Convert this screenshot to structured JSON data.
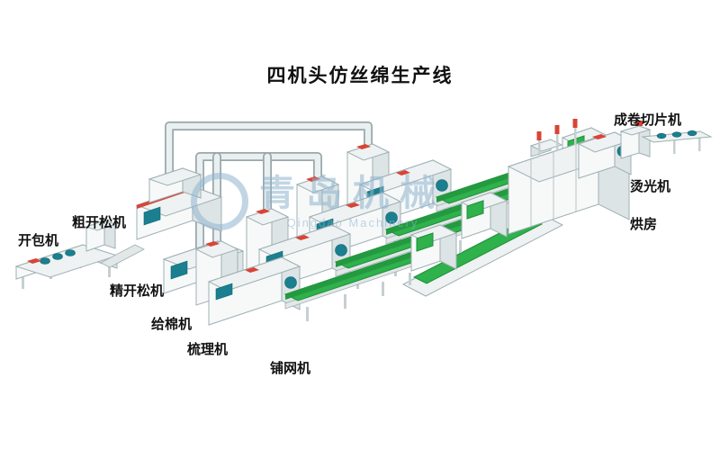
{
  "title": "四机头仿丝绵生产线",
  "watermark": {
    "cn": "青岛机械",
    "en": "Qingdao Machinery"
  },
  "machines": {
    "bale_opener": {
      "label": "开包机"
    },
    "coarse_opener": {
      "label": "粗开松机"
    },
    "fine_opener": {
      "label": "精开松机"
    },
    "cotton_feeder": {
      "label": "给棉机"
    },
    "carding": {
      "label": "梳理机"
    },
    "cross_lapper": {
      "label": "铺网机"
    },
    "drying_room": {
      "label": "烘房"
    },
    "glazing": {
      "label": "烫光机"
    },
    "roll_slicer": {
      "label": "成卷切片机"
    }
  },
  "colors": {
    "belt_green": "#2fb14c",
    "accent_teal": "#1a7f8e",
    "accent_red": "#d94436",
    "machine_body": "#f7f9f9",
    "watermark_blue": "#8fb4cf"
  }
}
